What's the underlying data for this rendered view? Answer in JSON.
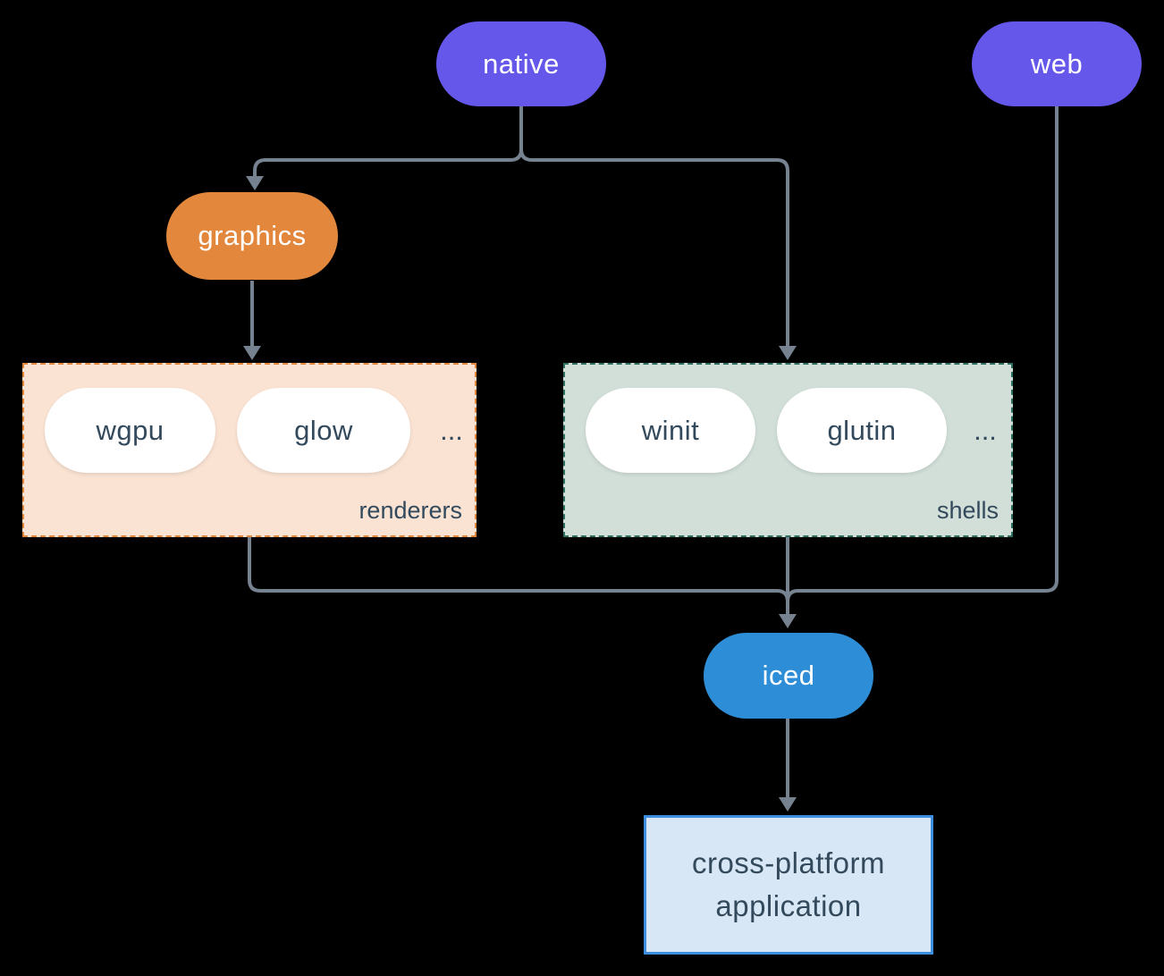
{
  "colors": {
    "background": "#000000",
    "purple": "#6557e9",
    "orange": "#e2873c",
    "blue": "#2d8dd6",
    "line": "#76828f",
    "dark_text": "#33495c",
    "white_text": "#ffffff",
    "renderers_fill": "#fae3d3",
    "renderers_border": "#e2873c",
    "shells_fill": "#d2dfd9",
    "shells_border": "#2c6e60",
    "app_fill": "#d8e7f6",
    "app_border": "#3d8ede"
  },
  "nodes": {
    "native": "native",
    "web": "web",
    "graphics": "graphics",
    "iced": "iced"
  },
  "renderers": {
    "label": "renderers",
    "ellipsis": "...",
    "items": [
      "wgpu",
      "glow"
    ]
  },
  "shells": {
    "label": "shells",
    "ellipsis": "...",
    "items": [
      "winit",
      "glutin"
    ]
  },
  "application": {
    "line1": "cross-platform",
    "line2": "application"
  }
}
